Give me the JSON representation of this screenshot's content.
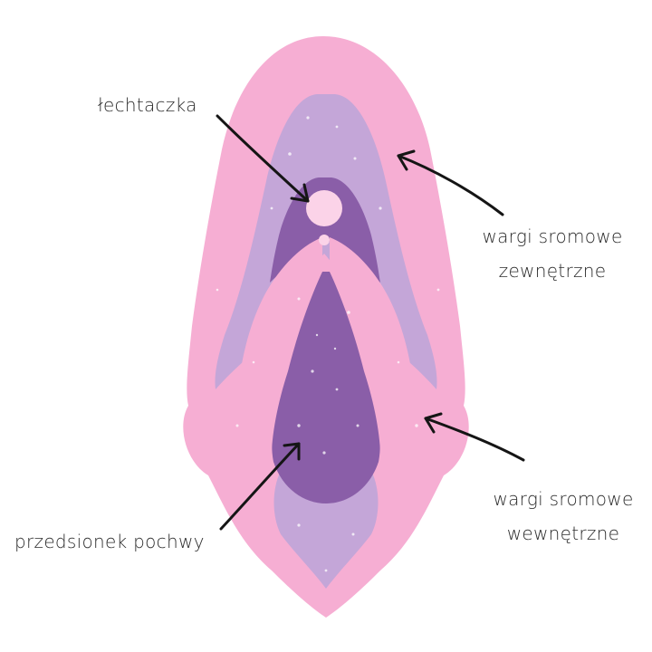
{
  "labels": {
    "clitoris": "łechtaczka",
    "outer_labia_line1": "wargi sromowe",
    "outer_labia_line2": "zewnętrzne",
    "inner_labia_line1": "wargi sromowe",
    "inner_labia_line2": "wewnętrzne",
    "vestibule": "przedsionek pochwy"
  },
  "colors": {
    "outer_pink": "#f6aed3",
    "lavender": "#c4a6d8",
    "purple": "#8a5ea8",
    "clitoris_light": "#fbd3e8",
    "arrow": "#151515",
    "text": "#2b2b2b"
  }
}
